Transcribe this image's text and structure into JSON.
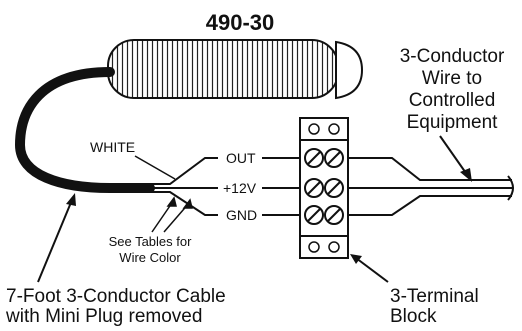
{
  "title": "490-30",
  "wire_labels": {
    "white": "WHITE",
    "out": "OUT",
    "v12": "+12V",
    "gnd": "GND"
  },
  "see_tables": [
    "See Tables for",
    "Wire Color"
  ],
  "conductor_wire": [
    "3-Conductor",
    "Wire to",
    "Controlled",
    "Equipment"
  ],
  "cable_label": [
    "7-Foot 3-Conductor Cable",
    "with Mini Plug removed"
  ],
  "terminal_label": [
    "3-Terminal",
    "Block"
  ]
}
